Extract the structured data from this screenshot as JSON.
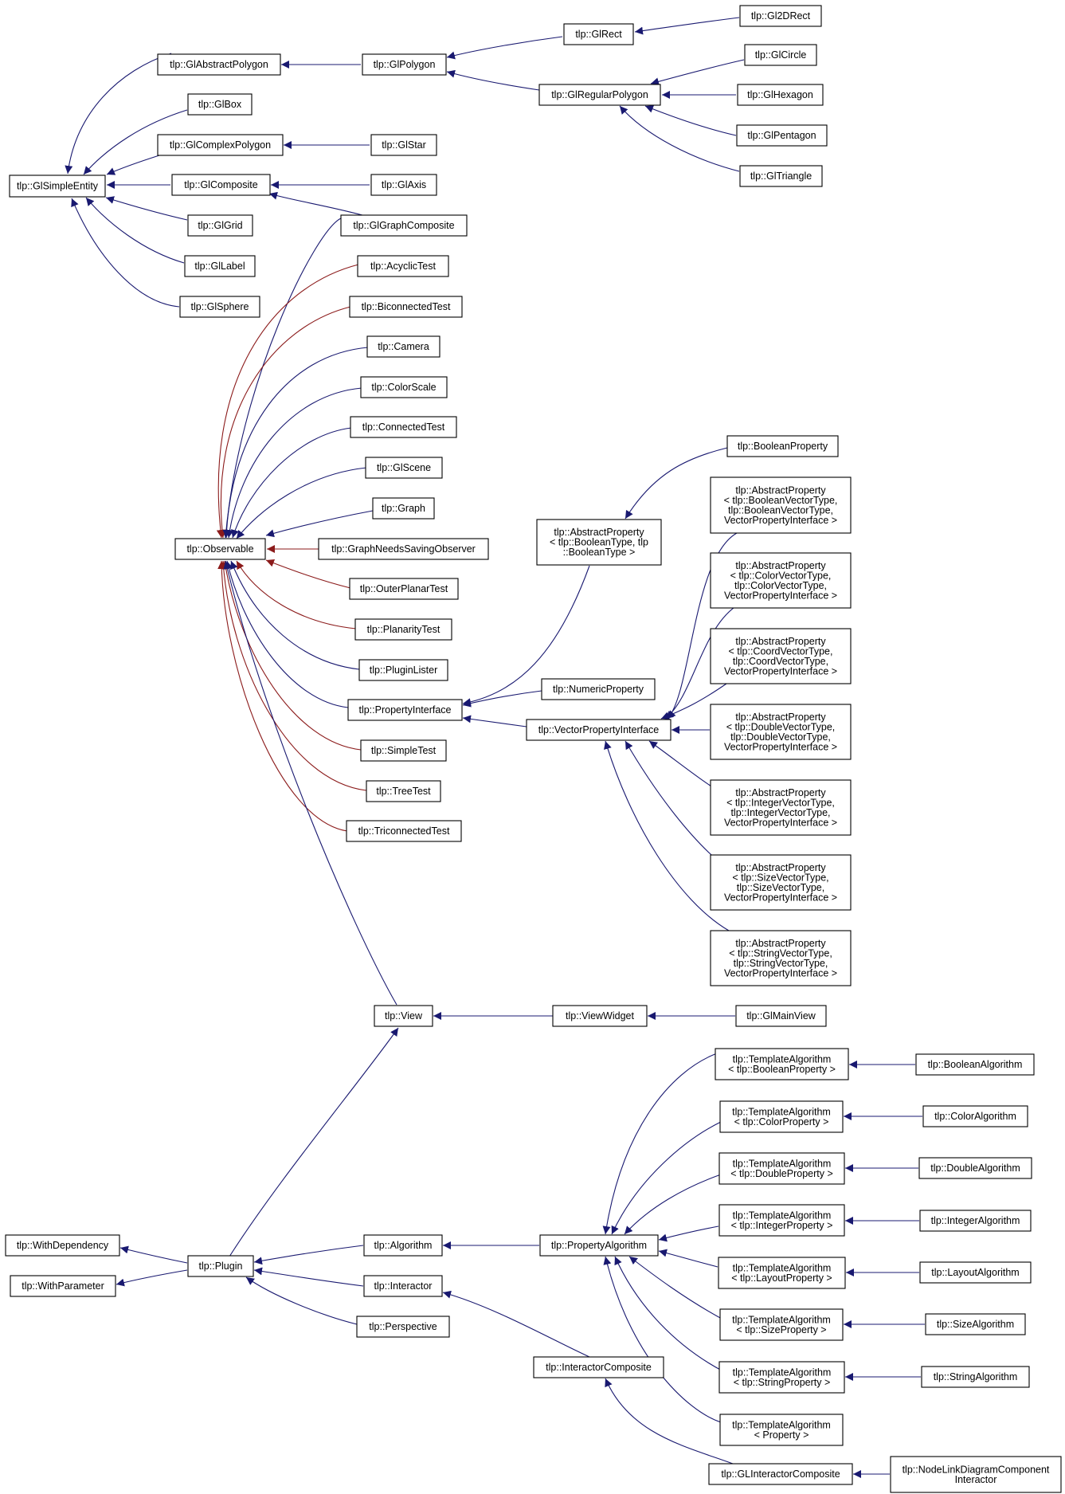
{
  "colors": {
    "inherit": "#191970",
    "protected": "#8b1a1a",
    "node_border": "#000000",
    "background": "#ffffff"
  },
  "nodes": {
    "GlSimpleEntity": [
      "tlp::GlSimpleEntity"
    ],
    "GlAbstractPolygon": [
      "tlp::GlAbstractPolygon"
    ],
    "GlBox": [
      "tlp::GlBox"
    ],
    "GlComplexPolygon": [
      "tlp::GlComplexPolygon"
    ],
    "GlComposite": [
      "tlp::GlComposite"
    ],
    "GlGrid": [
      "tlp::GlGrid"
    ],
    "GlLabel": [
      "tlp::GlLabel"
    ],
    "GlSphere": [
      "tlp::GlSphere"
    ],
    "GlPolygon": [
      "tlp::GlPolygon"
    ],
    "GlStar": [
      "tlp::GlStar"
    ],
    "GlAxis": [
      "tlp::GlAxis"
    ],
    "GlGraphComposite": [
      "tlp::GlGraphComposite"
    ],
    "GlRect": [
      "tlp::GlRect"
    ],
    "GlRegularPolygon": [
      "tlp::GlRegularPolygon"
    ],
    "Gl2DRect": [
      "tlp::Gl2DRect"
    ],
    "GlCircle": [
      "tlp::GlCircle"
    ],
    "GlHexagon": [
      "tlp::GlHexagon"
    ],
    "GlPentagon": [
      "tlp::GlPentagon"
    ],
    "GlTriangle": [
      "tlp::GlTriangle"
    ],
    "Observable": [
      "tlp::Observable"
    ],
    "AcyclicTest": [
      "tlp::AcyclicTest"
    ],
    "BiconnectedTest": [
      "tlp::BiconnectedTest"
    ],
    "Camera": [
      "tlp::Camera"
    ],
    "ColorScale": [
      "tlp::ColorScale"
    ],
    "ConnectedTest": [
      "tlp::ConnectedTest"
    ],
    "GlScene": [
      "tlp::GlScene"
    ],
    "Graph": [
      "tlp::Graph"
    ],
    "GraphNeedsSavingObserver": [
      "tlp::GraphNeedsSavingObserver"
    ],
    "OuterPlanarTest": [
      "tlp::OuterPlanarTest"
    ],
    "PlanarityTest": [
      "tlp::PlanarityTest"
    ],
    "PluginLister": [
      "tlp::PluginLister"
    ],
    "PropertyInterface": [
      "tlp::PropertyInterface"
    ],
    "SimpleTest": [
      "tlp::SimpleTest"
    ],
    "TreeTest": [
      "tlp::TreeTest"
    ],
    "TriconnectedTest": [
      "tlp::TriconnectedTest"
    ],
    "View": [
      "tlp::View"
    ],
    "AbstractPropertyBool": [
      "tlp::AbstractProperty",
      "< tlp::BooleanType, tlp",
      "::BooleanType >"
    ],
    "BooleanProperty": [
      "tlp::BooleanProperty"
    ],
    "NumericProperty": [
      "tlp::NumericProperty"
    ],
    "VectorPropertyInterface": [
      "tlp::VectorPropertyInterface"
    ],
    "APBoolVec": [
      "tlp::AbstractProperty",
      "< tlp::BooleanVectorType,",
      "tlp::BooleanVectorType,",
      "VectorPropertyInterface >"
    ],
    "APColorVec": [
      "tlp::AbstractProperty",
      "< tlp::ColorVectorType,",
      "tlp::ColorVectorType,",
      "VectorPropertyInterface >"
    ],
    "APCoordVec": [
      "tlp::AbstractProperty",
      "< tlp::CoordVectorType,",
      "tlp::CoordVectorType,",
      "VectorPropertyInterface >"
    ],
    "APDoubleVec": [
      "tlp::AbstractProperty",
      "< tlp::DoubleVectorType,",
      "tlp::DoubleVectorType,",
      "VectorPropertyInterface >"
    ],
    "APIntegerVec": [
      "tlp::AbstractProperty",
      "< tlp::IntegerVectorType,",
      "tlp::IntegerVectorType,",
      "VectorPropertyInterface >"
    ],
    "APSizeVec": [
      "tlp::AbstractProperty",
      "< tlp::SizeVectorType,",
      "tlp::SizeVectorType,",
      "VectorPropertyInterface >"
    ],
    "APStringVec": [
      "tlp::AbstractProperty",
      "< tlp::StringVectorType,",
      "tlp::StringVectorType,",
      "VectorPropertyInterface >"
    ],
    "ViewWidget": [
      "tlp::ViewWidget"
    ],
    "GlMainView": [
      "tlp::GlMainView"
    ],
    "WithDependency": [
      "tlp::WithDependency"
    ],
    "WithParameter": [
      "tlp::WithParameter"
    ],
    "Plugin": [
      "tlp::Plugin"
    ],
    "Algorithm": [
      "tlp::Algorithm"
    ],
    "Interactor": [
      "tlp::Interactor"
    ],
    "Perspective": [
      "tlp::Perspective"
    ],
    "PropertyAlgorithm": [
      "tlp::PropertyAlgorithm"
    ],
    "InteractorComposite": [
      "tlp::InteractorComposite"
    ],
    "GLInteractorComposite": [
      "tlp::GLInteractorComposite"
    ],
    "NodeLinkDiagramComponentInteractor": [
      "tlp::NodeLinkDiagramComponent",
      "Interactor"
    ],
    "TABool": [
      "tlp::TemplateAlgorithm",
      "< tlp::BooleanProperty >"
    ],
    "TAColor": [
      "tlp::TemplateAlgorithm",
      "< tlp::ColorProperty >"
    ],
    "TADouble": [
      "tlp::TemplateAlgorithm",
      "< tlp::DoubleProperty >"
    ],
    "TAInteger": [
      "tlp::TemplateAlgorithm",
      "< tlp::IntegerProperty >"
    ],
    "TALayout": [
      "tlp::TemplateAlgorithm",
      "< tlp::LayoutProperty >"
    ],
    "TASize": [
      "tlp::TemplateAlgorithm",
      "< tlp::SizeProperty >"
    ],
    "TAString": [
      "tlp::TemplateAlgorithm",
      "< tlp::StringProperty >"
    ],
    "TAProperty": [
      "tlp::TemplateAlgorithm",
      "< Property >"
    ],
    "BooleanAlgorithm": [
      "tlp::BooleanAlgorithm"
    ],
    "ColorAlgorithm": [
      "tlp::ColorAlgorithm"
    ],
    "DoubleAlgorithm": [
      "tlp::DoubleAlgorithm"
    ],
    "IntegerAlgorithm": [
      "tlp::IntegerAlgorithm"
    ],
    "LayoutAlgorithm": [
      "tlp::LayoutAlgorithm"
    ],
    "SizeAlgorithm": [
      "tlp::SizeAlgorithm"
    ],
    "StringAlgorithm": [
      "tlp::StringAlgorithm"
    ]
  }
}
